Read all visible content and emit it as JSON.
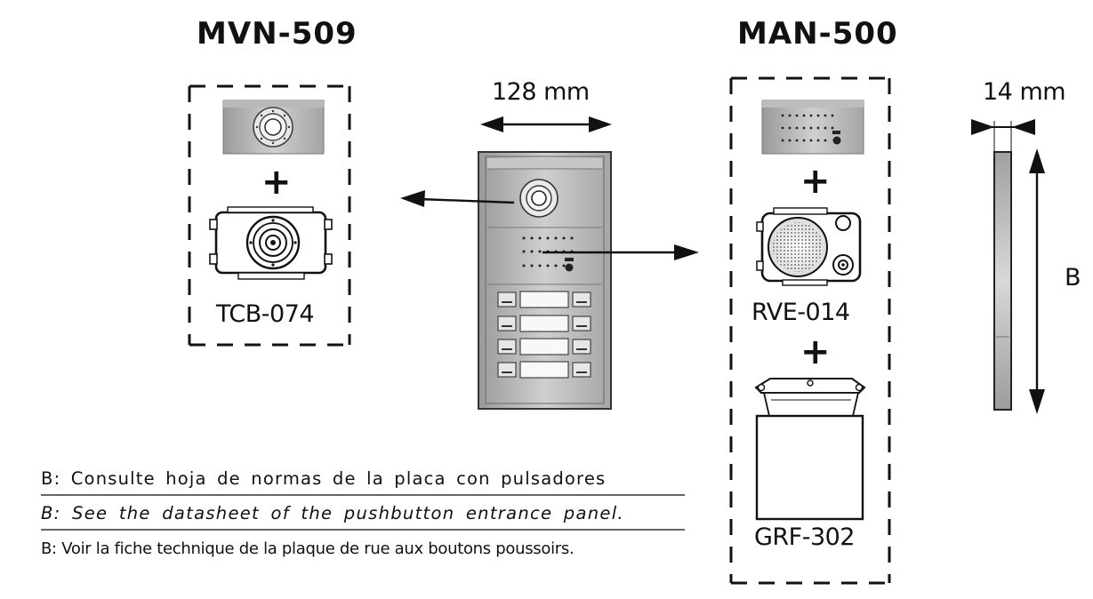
{
  "modules": {
    "left_title": "MVN-509",
    "right_title": "MAN-500",
    "camera_module": "TCB-074",
    "audio_module": "RVE-014",
    "housing": "GRF-302",
    "plus_sign": "+"
  },
  "dimensions": {
    "width": "128 mm",
    "depth": "14 mm",
    "height": "B"
  },
  "notes": {
    "es": "B: Consulte hoja de normas de la placa con pulsadores",
    "en": "B: See the datasheet of the pushbutton entrance panel.",
    "fr": "B: Voir la fiche technique de la plaque de rue aux boutons poussoirs."
  }
}
